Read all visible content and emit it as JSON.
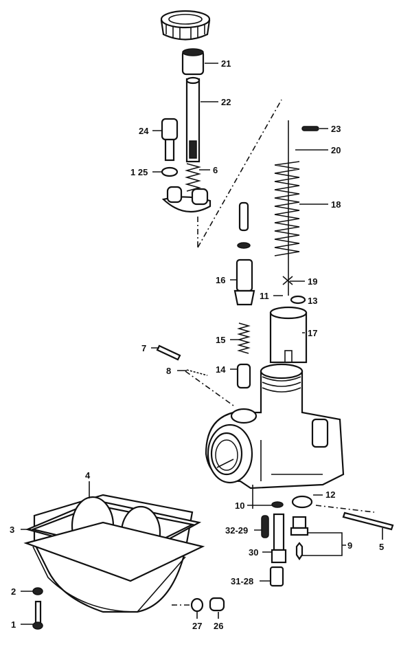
{
  "diagram": {
    "title": "Carburettor exploded parts view",
    "labels": {
      "p21": "21",
      "p22": "22",
      "p24": "24",
      "p1_25": "1 25",
      "p6": "6",
      "p23": "23",
      "p20": "20",
      "p18": "18",
      "p16": "16",
      "p19": "19",
      "p11": "11",
      "p13": "13",
      "p17": "17",
      "p15": "15",
      "p7": "7",
      "p8": "8",
      "p14": "14",
      "p4": "4",
      "p3": "3",
      "p12": "12",
      "p10": "10",
      "p5": "5",
      "p32_29": "32-29",
      "p9": "9",
      "p30": "30",
      "p31_28": "31-28",
      "p2": "2",
      "p1": "1",
      "p27": "27",
      "p26": "26"
    }
  }
}
